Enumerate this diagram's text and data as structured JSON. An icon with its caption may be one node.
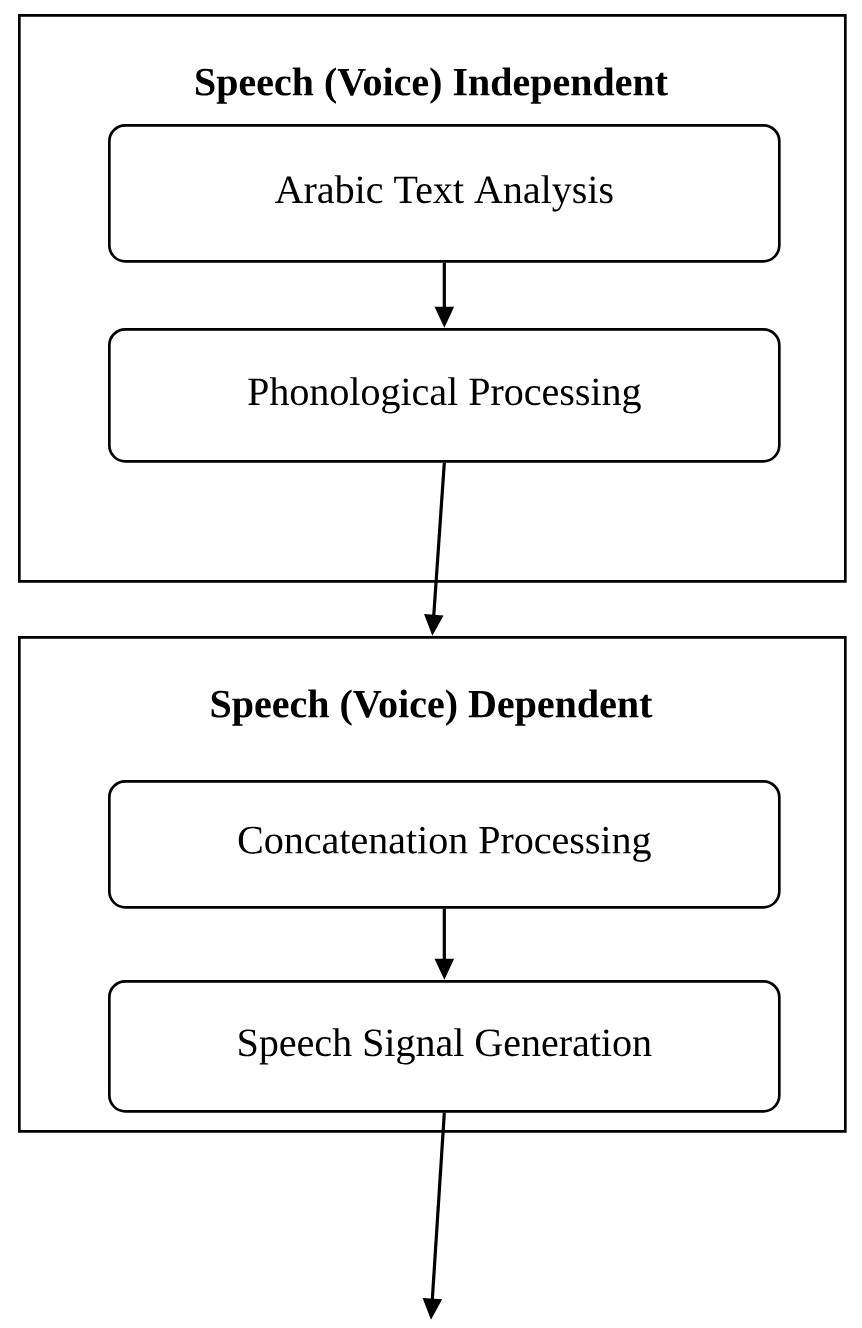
{
  "diagram": {
    "nodes": [
      {
        "text": [
          "Speech (Voice) Independent"
        ]
      },
      {
        "text": [
          "Arabic Text Analysis"
        ],
        "in": 0
      },
      {
        "text": [
          "Phonological Processing"
        ],
        "in": 0
      },
      {
        "text": [
          "Speech (Voice) Dependent"
        ]
      },
      {
        "text": [
          "Concatenation Processing"
        ],
        "in": 3
      },
      {
        "text": [
          "Speech Signal Generation"
        ],
        "in": 3
      }
    ],
    "edges": [
      {
        "from": 1,
        "to": 2,
        "arrow": "to"
      },
      {
        "from": 2,
        "to": 3,
        "arrow": "to"
      },
      {
        "from": 4,
        "to": 5,
        "arrow": "to"
      },
      {
        "from": 5,
        "to": null,
        "arrow": "to"
      }
    ]
  }
}
